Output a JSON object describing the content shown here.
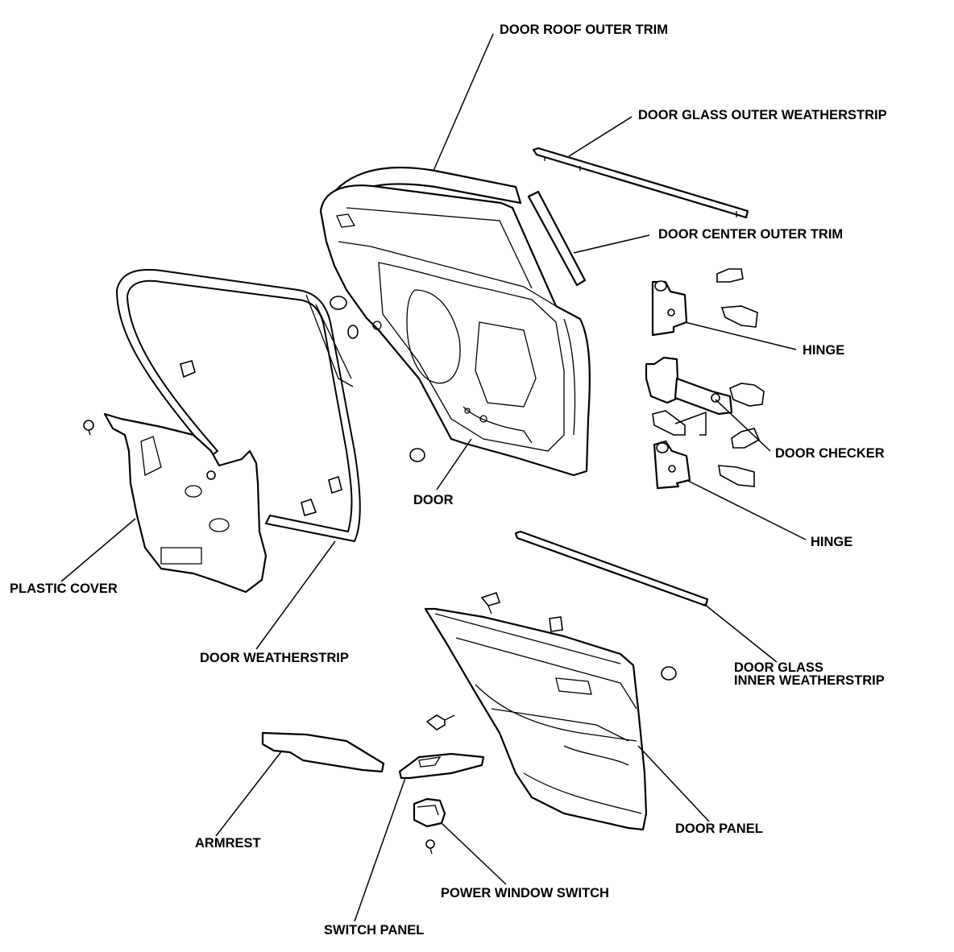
{
  "diagram": {
    "labels": {
      "door_roof_outer_trim": "DOOR ROOF OUTER TRIM",
      "door_glass_outer_weatherstrip": "DOOR GLASS OUTER WEATHERSTRIP",
      "door_center_outer_trim": "DOOR CENTER OUTER TRIM",
      "hinge_upper": "HINGE",
      "door_checker": "DOOR CHECKER",
      "hinge_lower": "HINGE",
      "door": "DOOR",
      "plastic_cover": "PLASTIC COVER",
      "door_weatherstrip": "DOOR WEATHERSTRIP",
      "door_glass_inner_weatherstrip_line1": "DOOR GLASS",
      "door_glass_inner_weatherstrip_line2": "INNER WEATHERSTRIP",
      "door_panel": "DOOR PANEL",
      "armrest": "ARMREST",
      "power_window_switch": "POWER WINDOW SWITCH",
      "switch_panel": "SWITCH PANEL"
    }
  }
}
